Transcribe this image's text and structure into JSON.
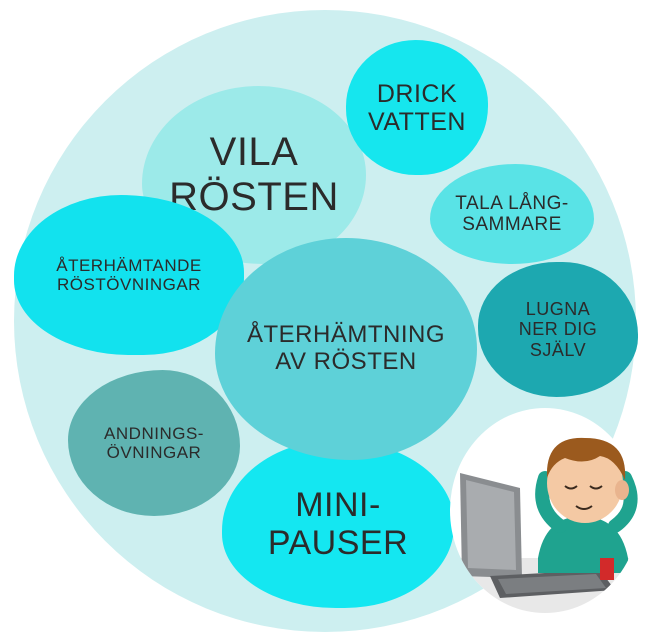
{
  "diagram": {
    "center": "ÅTERHÄMTNING\nAV RÖSTEN",
    "items": {
      "vila": "VILA\nRÖSTEN",
      "drick": "DRICK\nVATTEN",
      "tala": "TALA LÅNG-\nSAMMARE",
      "lugna": "LUGNA\nNER DIG\nSJÄLV",
      "aterhamtande": "ÅTERHÄMTANDE\nRÖSTÖVNINGAR",
      "andning": "ANDNINGS-\nÖVNINGAR",
      "minipauser": "MINI-\nPAUSER"
    }
  },
  "colors": {
    "background_circle": "#cdeff0",
    "vila": "#9ceae9",
    "drick": "#16e6ee",
    "tala": "#59e3e6",
    "lugna": "#1da8b0",
    "aterhamtande": "#12e2ee",
    "center": "#5ed1d8",
    "andning": "#5fb3b1",
    "minipauser": "#14e7f1"
  },
  "illustration": {
    "subject": "relaxed person with hands behind head at laptop"
  }
}
